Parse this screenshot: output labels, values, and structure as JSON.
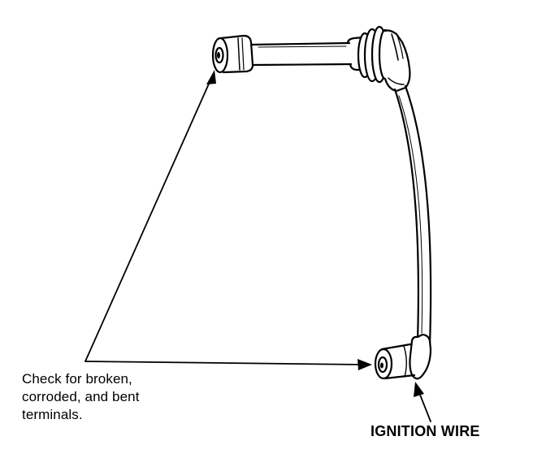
{
  "callout": {
    "line1": "Check for broken,",
    "line2": "corroded, and bent",
    "line3": "terminals."
  },
  "label": {
    "ignition_wire": "IGNITION WIRE"
  },
  "colors": {
    "ink": "#000000",
    "paper": "#ffffff"
  }
}
